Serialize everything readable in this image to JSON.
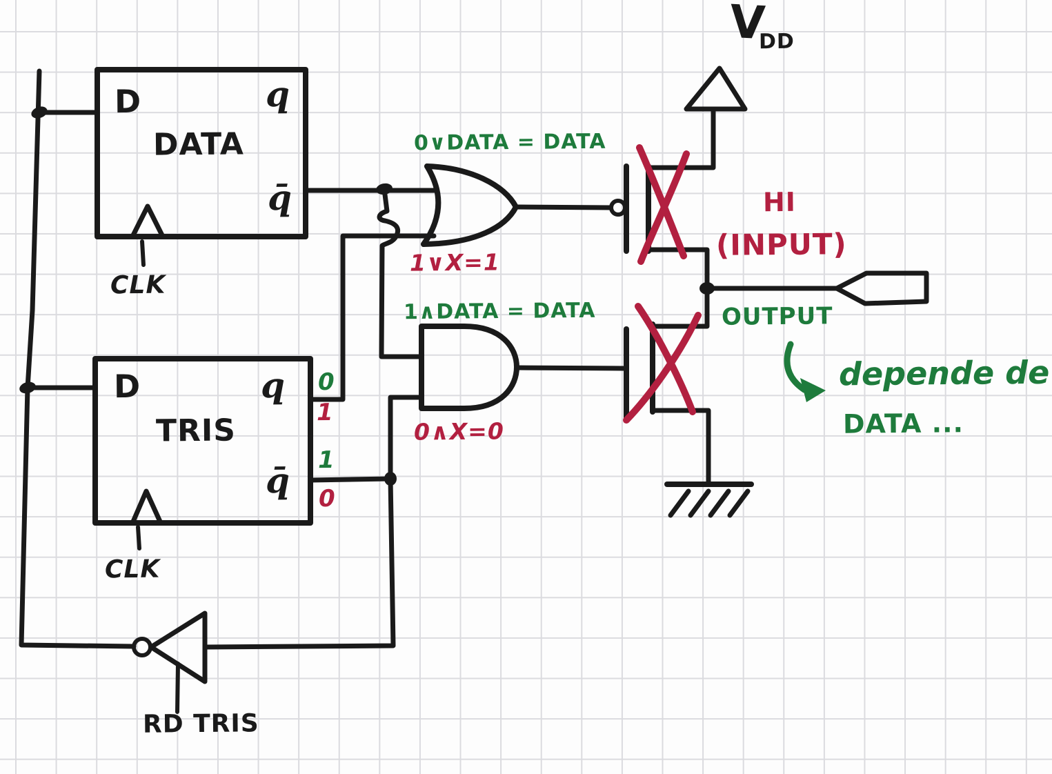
{
  "palette": {
    "ink": "#1a1a1a",
    "red": "#b22040",
    "green": "#1e7b3c",
    "grid": "#dbdbdf",
    "paper": "#fdfdfd"
  },
  "vdd": {
    "letter": "V",
    "subscript": "DD"
  },
  "data_ff": {
    "title": "DATA",
    "d_port": "D",
    "q_port": "q",
    "qbar_port": "q̄",
    "clk": "CLK"
  },
  "tris_ff": {
    "title": "TRIS",
    "d_port": "D",
    "q_port": "q",
    "qbar_port": "q̄",
    "clk": "CLK",
    "q_green": "0",
    "q_red": "1",
    "qbar_green": "1",
    "qbar_red": "0"
  },
  "or_gate": {
    "green_note": "0∨DATA = DATA",
    "red_note": "1∨X=1"
  },
  "and_gate": {
    "green_note": "1∧DATA = DATA",
    "red_note": "0∧X=0"
  },
  "pin": {
    "hi_line1": "HI",
    "hi_line2": "(INPUT)",
    "output_label": "OUTPUT"
  },
  "note": {
    "line1": "depende de",
    "line2": "DATA ..."
  },
  "read_buffer": {
    "label": "RD TRIS"
  }
}
